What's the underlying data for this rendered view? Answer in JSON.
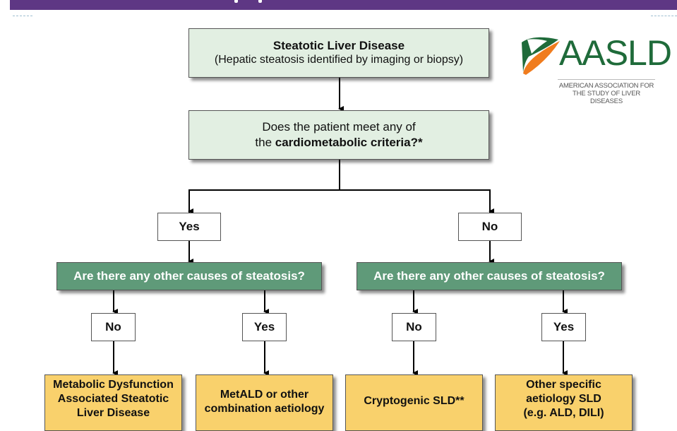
{
  "colors": {
    "banner": "#5e3784",
    "light_box": "#e2efe2",
    "question_box": "#5f9a79",
    "outcome_box": "#f9d16c",
    "logo_green": "#1f6b3a",
    "logo_orange": "#f07c1e"
  },
  "logo": {
    "name": "AASLD",
    "subtitle_line1": "AMERICAN ASSOCIATION FOR",
    "subtitle_line2": "THE STUDY OF LIVER DISEASES"
  },
  "flowchart": {
    "root": {
      "title": "Steatotic Liver Disease",
      "subtitle": "(Hepatic steatosis identified by imaging or biopsy)"
    },
    "question1": {
      "prefix_line1": "Does the patient meet any of",
      "prefix_line2": "the ",
      "bold": "cardiometabolic criteria?*"
    },
    "branch_yes": "Yes",
    "branch_no": "No",
    "question2_left": "Are there any other causes of steatosis?",
    "question2_right": "Are there any other causes of steatosis?",
    "leaf_labels": [
      "No",
      "Yes",
      "No",
      "Yes"
    ],
    "outcomes": [
      {
        "lines": [
          "Metabolic Dysfunction",
          "Associated Steatotic",
          "Liver Disease"
        ]
      },
      {
        "lines": [
          "",
          "MetALD or other",
          "combination aetiology"
        ]
      },
      {
        "lines": [
          "",
          "",
          "Cryptogenic SLD**"
        ]
      },
      {
        "lines": [
          "Other specific",
          "aetiology SLD",
          "(e.g. ALD, DILI)"
        ]
      }
    ]
  }
}
